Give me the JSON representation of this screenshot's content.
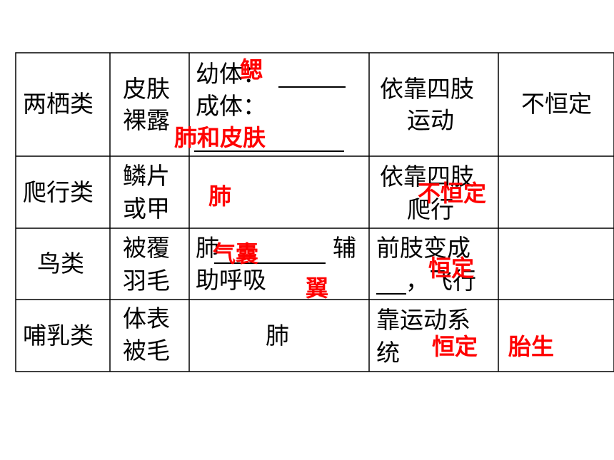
{
  "colors": {
    "text": "#000000",
    "answer": "#ff0000",
    "border": "#000000"
  },
  "rows": [
    {
      "class_name": "两栖类",
      "covering": [
        "皮肤",
        "裸露"
      ],
      "respiration": [
        "幼体：",
        "成体："
      ],
      "movement": [
        "依靠四肢",
        "运动"
      ],
      "body_temp": "不恒定"
    },
    {
      "class_name": "爬行类",
      "covering": [
        "鳞片",
        "或甲"
      ],
      "movement": [
        "依靠四肢",
        "爬行"
      ]
    },
    {
      "class_name": "鸟类",
      "covering": [
        "被覆",
        "羽毛"
      ],
      "respiration": [
        "肺",
        "辅",
        "助呼吸"
      ],
      "movement": [
        "前肢变成",
        "，飞行"
      ]
    },
    {
      "class_name": "哺乳类",
      "covering": [
        "体表",
        "被毛"
      ],
      "respiration": "肺",
      "movement": [
        "靠运动系",
        "统"
      ]
    }
  ],
  "answers": {
    "amphibian_larva": "鳃",
    "amphibian_adult": "肺和皮肤",
    "reptile_respiration": "肺",
    "reptile_body_temp": "不恒定",
    "bird_air_sac": "气囊",
    "bird_wing": "翼",
    "bird_body_temp": "恒定",
    "mammal_body_temp": "恒定",
    "mammal_reproduction": "胎生"
  }
}
